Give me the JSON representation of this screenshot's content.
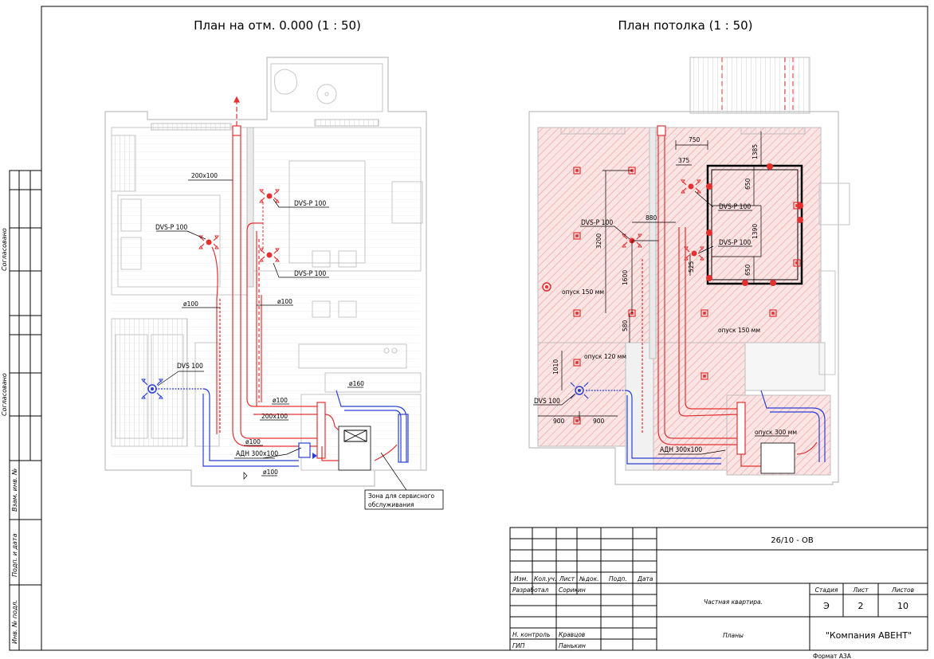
{
  "plans": {
    "floor_title": "План на отм. 0.000 (1 : 50)",
    "ceiling_title": "План потолка (1 : 50)"
  },
  "floor_labels": {
    "duct_200x100_top": "200х100",
    "dvs_p_100_a": "DVS-P 100",
    "dvs_p_100_b": "DVS-P 100",
    "dvs_p_100_c": "DVS-P 100",
    "d100_a": "ø100",
    "d100_b": "ø100",
    "dvs_100": "DVS 100",
    "d100_c": "ø100",
    "d160": "ø160",
    "duct_200x100_bottom": "200х100",
    "d100_d": "ø100",
    "adn": "АДН 300х100",
    "d100_e": "ø100",
    "service_zone_1": "Зона для сервисного",
    "service_zone_2": "обслуживания"
  },
  "ceiling_labels": {
    "dim_750": "750",
    "dim_375": "375",
    "dim_1385": "1385",
    "dim_650a": "650",
    "dim_1390": "1390",
    "dim_650b": "650",
    "dim_525": "525",
    "dim_880": "880",
    "dim_3200": "3200",
    "dim_1600": "1600",
    "dim_580": "580",
    "dim_1010": "1010",
    "dim_900a": "900",
    "dim_900b": "900",
    "dvs_p_100_a": "DVS-P 100",
    "dvs_p_100_b": "DVS-P 100",
    "dvs_p_100_c": "DVS-P 100",
    "drop_150_a": "опуск 150 мм",
    "drop_150_b": "опуск 150 мм",
    "drop_120": "опуск 120 мм",
    "drop_300": "опуск 300 мм",
    "dvs_100": "DVS 100",
    "adn": "АДН 300х100"
  },
  "side_stamps": {
    "approved_1": "Согласовано",
    "approved_2": "Согласовано",
    "inv_replace": "Взам. инв. №",
    "sign_date": "Подп. и дата",
    "inv_orig": "Инв. № подл."
  },
  "title_block": {
    "doc_code": "26/10 - ОВ",
    "col_izm": "Изм.",
    "col_kol": "Кол.уч.",
    "col_list": "Лист",
    "col_ndok": "№док.",
    "col_podp": "Подп.",
    "col_data": "Дата",
    "role_dev": "Разработал",
    "name_dev": "Сорикин",
    "role_nk": "Н. контроль",
    "name_nk": "Кравцов",
    "role_gip": "ГИП",
    "name_gip": "Панькин",
    "object": "Частная квартира.",
    "sheet_title": "Планы",
    "stage_label": "Стадия",
    "sheet_label": "Лист",
    "sheets_label": "Листов",
    "stage": "Э",
    "sheet": "2",
    "sheets": "10",
    "company": "\"Компания АВЕНТ\"",
    "format": "Формат А3А"
  }
}
